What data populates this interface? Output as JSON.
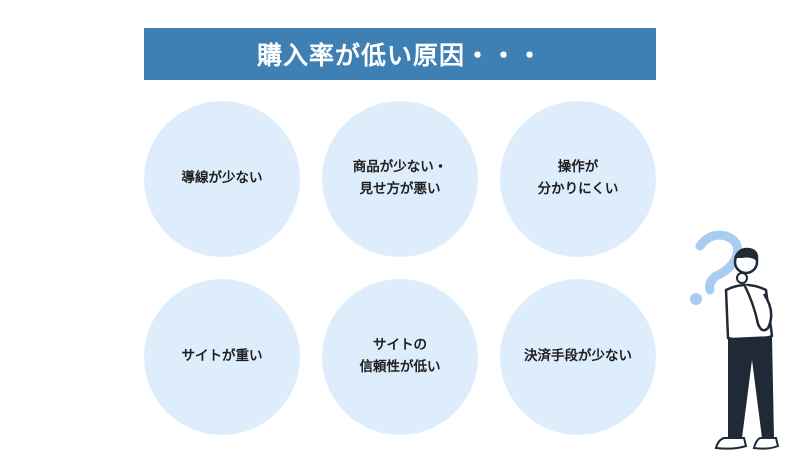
{
  "title": "購入率が低い原因・・・",
  "causes": [
    {
      "label": "導線が少ない"
    },
    {
      "label": "商品が少ない・\n見せ方が悪い"
    },
    {
      "label": "操作が\n分かりにくい"
    },
    {
      "label": "サイトが重い"
    },
    {
      "label": "サイトの\n信頼性が低い"
    },
    {
      "label": "決済手段が少ない"
    }
  ],
  "colors": {
    "banner": "#3f80b4",
    "circle": "#deedfb",
    "question_mark": "#a9cdf0",
    "figure_dark": "#1f2a36"
  },
  "illustration": {
    "icon": "thinking-person-icon",
    "accent_icon": "question-mark-icon"
  }
}
